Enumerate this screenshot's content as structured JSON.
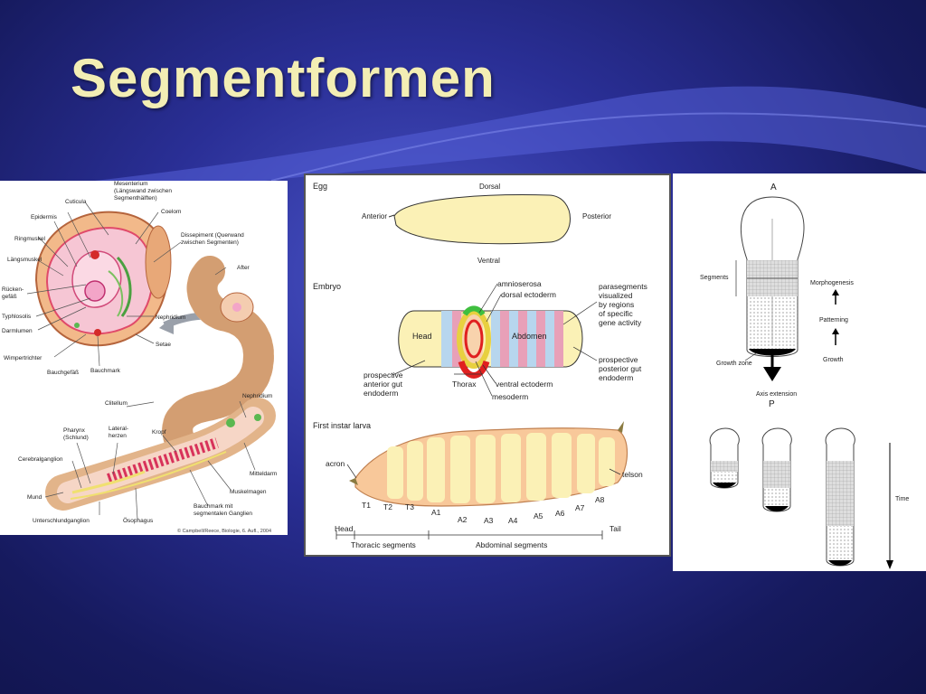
{
  "slide": {
    "title": "Segmentformen"
  },
  "worm": {
    "labels": {
      "mesenterium": "Mesenterium",
      "mesenterium_note1": "(Längswand zwischen",
      "mesenterium_note2": "Segmenthälften)",
      "cuticula": "Cuticula",
      "epidermis": "Epidermis",
      "coelom": "Coelom",
      "ringmuskel": "Ringmuskel",
      "dissepiment": "Dissepiment (Querwand",
      "dissepiment_note": "zwischen Segmenten)",
      "laengsmuskel": "Längsmuskel",
      "after": "After",
      "ruecken": "Rücken-",
      "gefaess": "gefäß",
      "typhlosolis": "Typhlosolis",
      "darmlumen": "Darmlumen",
      "nephridium_top": "Nephridium",
      "setae": "Setae",
      "wimpertrichter": "Wimpertrichter",
      "bauchgefaess": "Bauchgefäß",
      "bauchmark": "Bauchmark",
      "clitellum": "Clitellum",
      "nephridium_bottom": "Nephridium",
      "pharynx": "Pharynx",
      "schlund": "(Schlund)",
      "lateral": "Lateral-",
      "herzen": "herzen",
      "cerebralganglion": "Cerebralganglion",
      "kropf": "Kropf",
      "mitteldarm": "Mitteldarm",
      "muskelmagen": "Muskelmagen",
      "mund": "Mund",
      "unterschlund": "Unterschlundganglion",
      "oesophagus": "Ösophagus",
      "bauchmark_mit": "Bauchmark mit",
      "segmentale": "segmentalen Ganglien",
      "copyright": "© Campbell/Reece, Biologie, 6. Aufl., 2004"
    }
  },
  "fly": {
    "egg": {
      "section": "Egg",
      "dorsal": "Dorsal",
      "ventral": "Ventral",
      "anterior": "Anterior",
      "posterior": "Posterior"
    },
    "embryo": {
      "section": "Embryo",
      "amnioserosa": "amnioserosa",
      "dorsal_ectoderm": "dorsal ectoderm",
      "parasegments": [
        "parasegments",
        "visualized",
        "by regions",
        "of specific",
        "gene activity"
      ],
      "head": "Head",
      "abdomen": "Abdomen",
      "anterior_gut": [
        "prospective",
        "anterior gut",
        "endoderm"
      ],
      "thorax": "Thorax",
      "ventral_ectoderm": "ventral ectoderm",
      "mesoderm": "mesoderm",
      "posterior_gut": [
        "prospective",
        "posterior gut",
        "endoderm"
      ]
    },
    "larva": {
      "section": "First instar larva",
      "acron": "acron",
      "telson": "telson",
      "segments": [
        "T1",
        "T2",
        "T3",
        "A1",
        "A2",
        "A3",
        "A4",
        "A5",
        "A6",
        "A7",
        "A8"
      ],
      "head": "Head",
      "tail": "Tail",
      "thoracic": "Thoracic segments",
      "abdominal": "Abdominal segments"
    }
  },
  "growth": {
    "a": "A",
    "p": "P",
    "segments": "Segments",
    "morphogenesis": "Morphogenesis",
    "patterning": "Patterning",
    "growth": "Growth",
    "growth_zone": "Growth zone",
    "axis_extension": "Axis extension",
    "time": "Time"
  }
}
